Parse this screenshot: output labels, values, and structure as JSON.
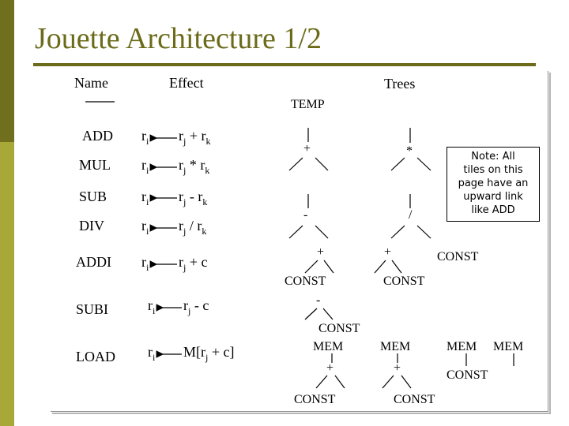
{
  "slide": {
    "title": "Jouette Architecture 1/2"
  },
  "headers": {
    "name": "Name",
    "effect": "Effect",
    "trees": "Trees",
    "temp": "TEMP"
  },
  "rows": [
    {
      "name": "ADD",
      "dst": "r",
      "dst_sub": "i",
      "rhs": [
        {
          "t": "r"
        },
        {
          "s": "j"
        },
        {
          "t": " + r"
        },
        {
          "s": "k"
        }
      ]
    },
    {
      "name": "MUL",
      "dst": "r",
      "dst_sub": "i",
      "rhs": [
        {
          "t": "r"
        },
        {
          "s": "j"
        },
        {
          "t": " * r"
        },
        {
          "s": "k"
        }
      ]
    },
    {
      "name": "SUB",
      "dst": "r",
      "dst_sub": "i",
      "rhs": [
        {
          "t": "r"
        },
        {
          "s": "j"
        },
        {
          "t": " - r"
        },
        {
          "s": "k"
        }
      ]
    },
    {
      "name": "DIV",
      "dst": "r",
      "dst_sub": "i",
      "rhs": [
        {
          "t": "r"
        },
        {
          "s": "j"
        },
        {
          "t": " / r"
        },
        {
          "s": "k"
        }
      ]
    },
    {
      "name": "ADDI",
      "dst": "r",
      "dst_sub": "i",
      "rhs": [
        {
          "t": "r"
        },
        {
          "s": "j"
        },
        {
          "t": " + c"
        }
      ]
    },
    {
      "name": "SUBI",
      "dst": "r",
      "dst_sub": "i",
      "rhs": [
        {
          "t": "r"
        },
        {
          "s": "j"
        },
        {
          "t": " - c"
        }
      ]
    },
    {
      "name": "LOAD",
      "dst": "r",
      "dst_sub": "i",
      "rhs": [
        {
          "t": "M[r"
        },
        {
          "s": "j"
        },
        {
          "t": " + c]"
        }
      ]
    }
  ],
  "tree_labels": {
    "plus": "+",
    "times": "*",
    "minus": "-",
    "divide": "/",
    "const": "CONST",
    "mem": "MEM"
  },
  "note": {
    "lines": [
      "Note: All",
      "tiles on this",
      "page have an",
      "upward link",
      "like ADD"
    ]
  },
  "colors": {
    "sidebar_dark": "#6f6f1e",
    "sidebar_light": "#a8a838",
    "title": "#6b6b1a"
  }
}
